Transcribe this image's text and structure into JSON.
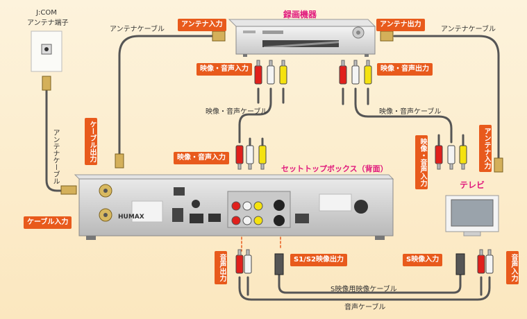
{
  "wall_jack": {
    "line1": "J:COM",
    "line2": "アンテナ端子"
  },
  "titles": {
    "recorder": "録画機器",
    "settop": "セットトップボックス（背面）",
    "tv": "テレビ"
  },
  "tags": {
    "antenna_in": "アンテナ入力",
    "antenna_out": "アンテナ出力",
    "av_in_recorder": "映像・音声入力",
    "av_out_recorder": "映像・音声出力",
    "cable_out": "ケーブル出力",
    "av_in_stb": "映像・音声入力",
    "cable_in": "ケーブル入力",
    "av_in_tv": "映像・音声入力",
    "antenna_in_tv": "アンテナ入力",
    "audio_out": "音声出力",
    "s_video_out": "S1/S2映像出力",
    "s_video_in": "S映像入力",
    "audio_in": "音声入力"
  },
  "labels": {
    "antenna_cable_left": "アンテナケーブル",
    "antenna_cable_right": "アンテナケーブル",
    "antenna_cable_vertical": "アンテナケーブル",
    "av_cable_left": "映像・音声ケーブル",
    "av_cable_right": "映像・音声ケーブル",
    "s_video_cable": "S映像用映像ケーブル",
    "audio_cable": "音声ケーブル"
  },
  "brand": "HUMAX",
  "colors": {
    "tag_orange": "#e85a1c",
    "title_pink": "#e0197c",
    "cable": "#555555",
    "rca_red": "#e0201c",
    "rca_white": "#f4f4f4",
    "rca_yellow": "#f5e20f"
  }
}
